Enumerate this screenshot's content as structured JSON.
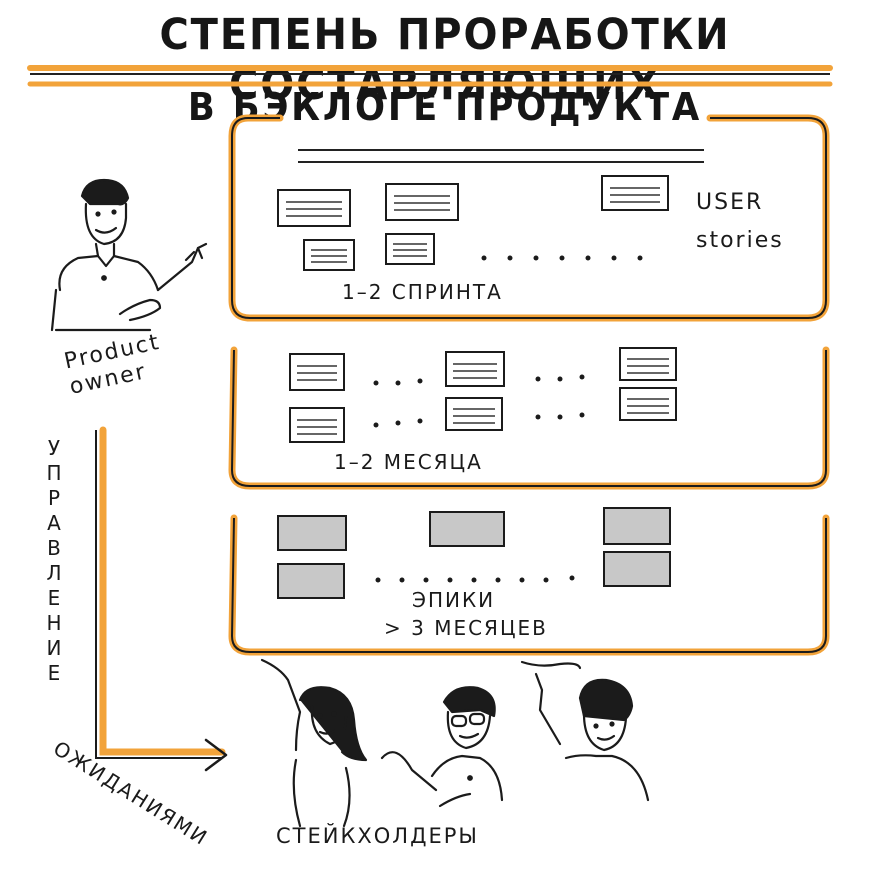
{
  "title": {
    "line1": "СТЕПЕНЬ ПРОРАБОТКИ СОСТАВЛЯЮЩИХ",
    "line2": "В БЭКЛОГЕ ПРОДУКТА"
  },
  "actors": {
    "product_owner": "Product owner",
    "stakeholders": "СТЕЙКХОЛДЕРЫ"
  },
  "tiers": [
    {
      "label": "1–2 СПРИНТА",
      "note": "USER stories"
    },
    {
      "label": "1–2 МЕСЯЦА"
    },
    {
      "label_line1": "ЭПИКИ",
      "label_line2": "> 3 МЕСЯЦЕВ"
    }
  ],
  "flow": {
    "vertical": "УПРАВЛЕНИЕ",
    "horizontal": "ОЖИДАНИЯМИ"
  },
  "colors": {
    "accent_orange": "#f2a33a",
    "card_fill_light": "#ffffff",
    "card_fill_gray": "#c8c8c8",
    "ink": "#141414"
  }
}
